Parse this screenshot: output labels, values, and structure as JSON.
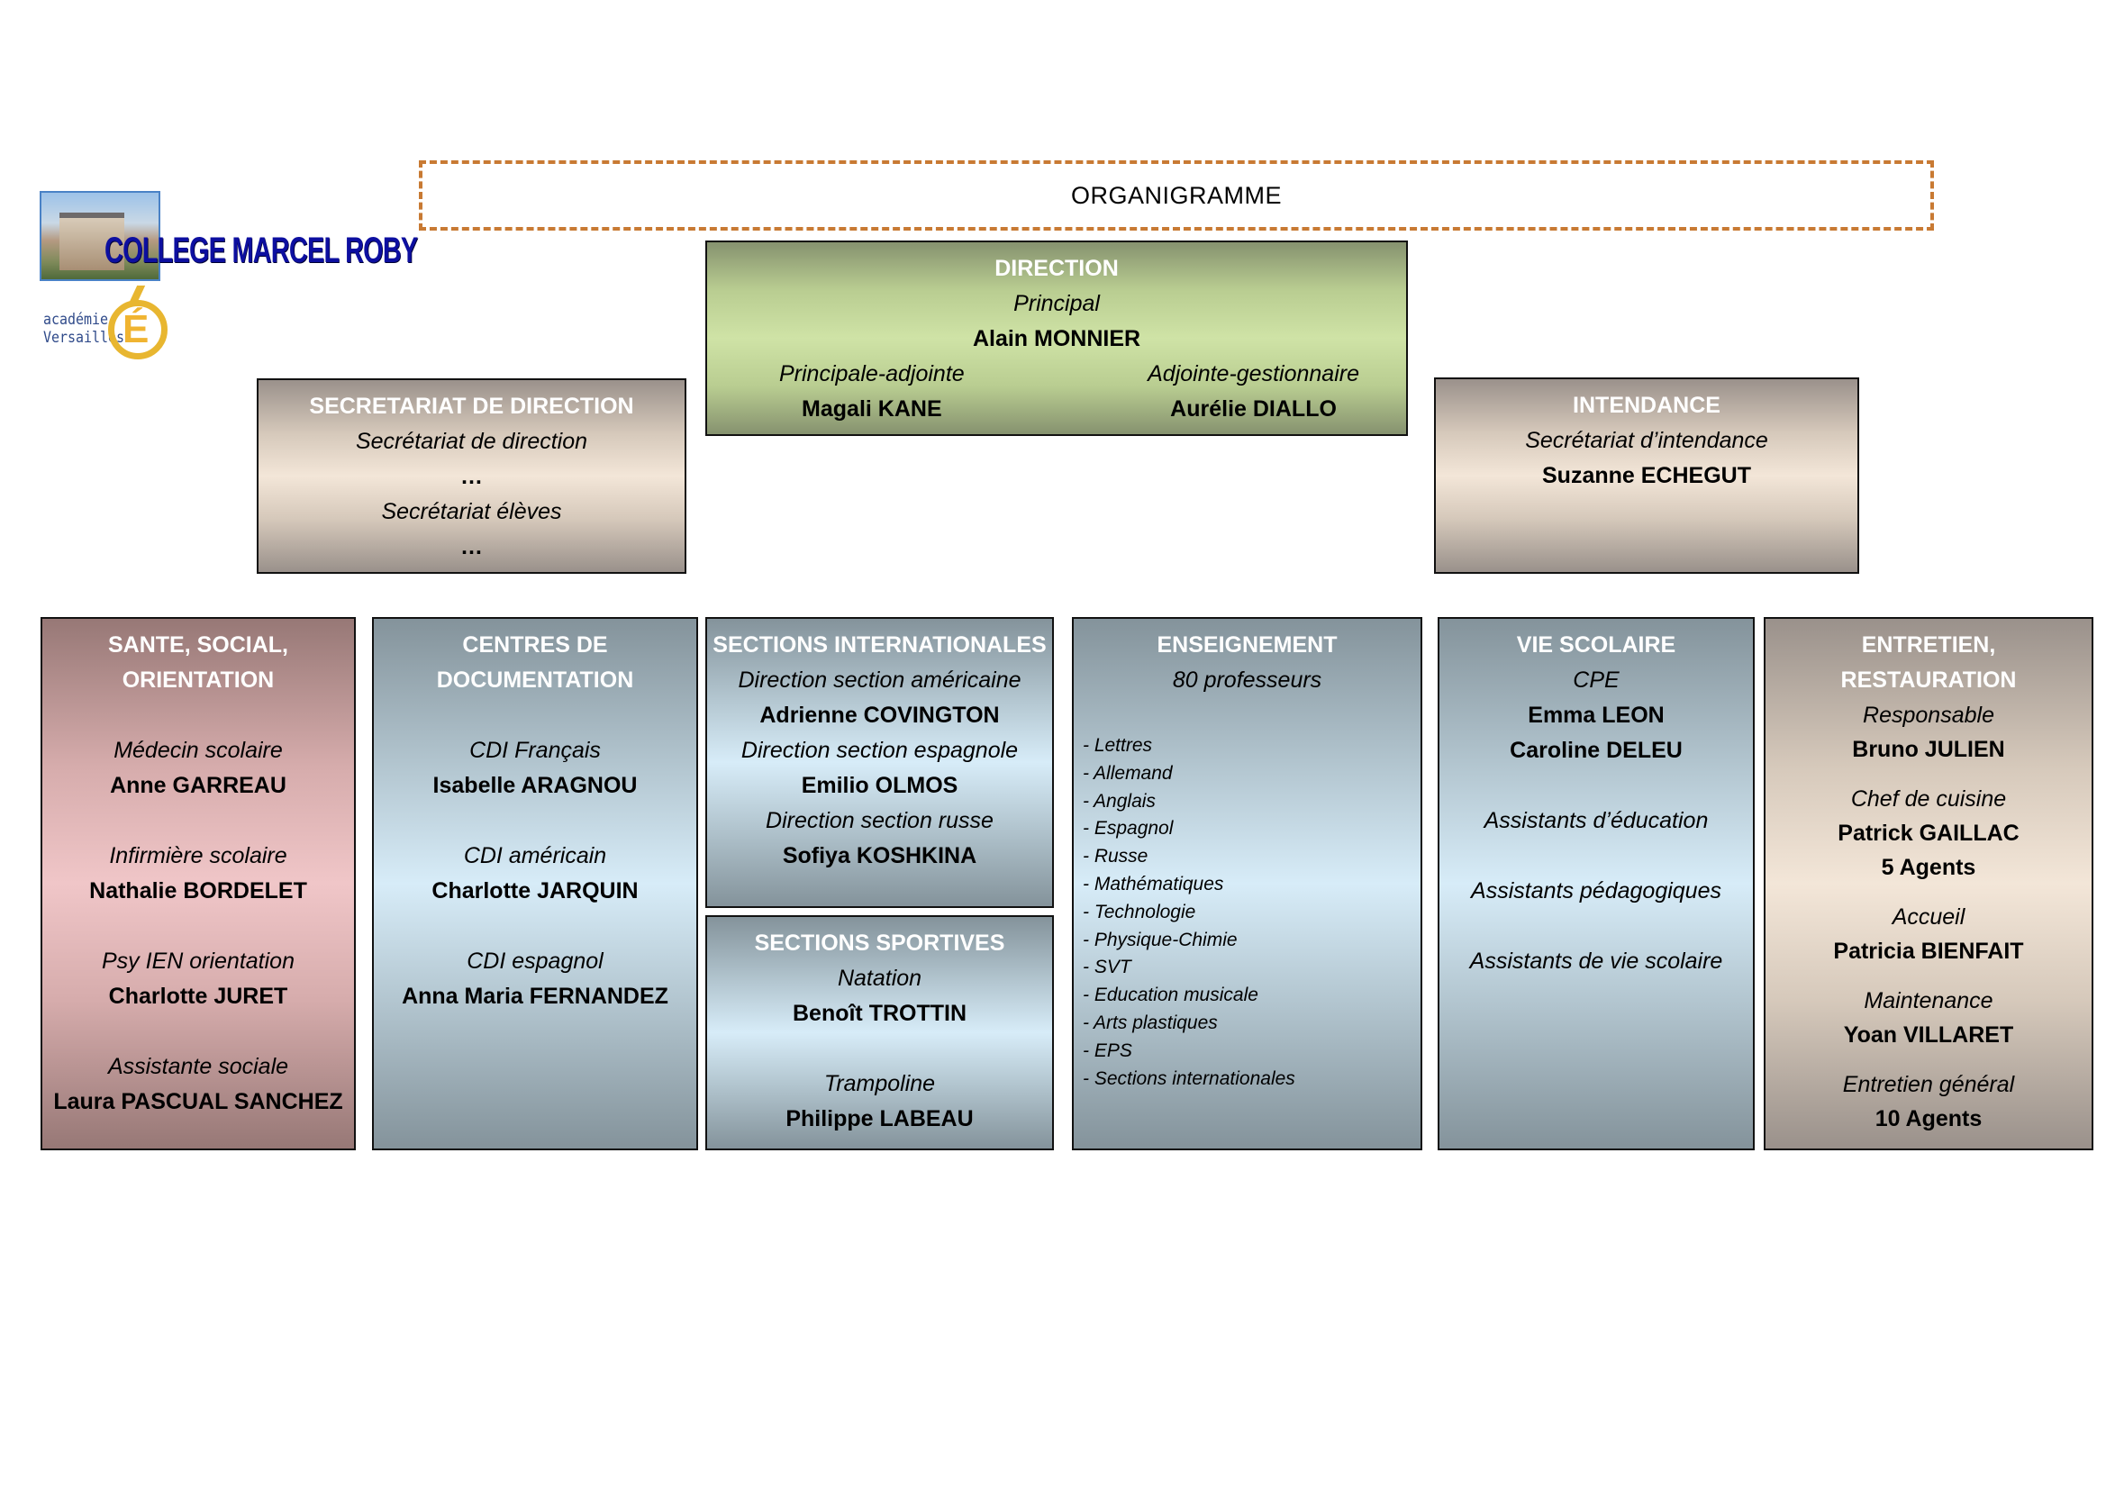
{
  "logo": {
    "school_name": "COLLEGE MARCEL ROBY",
    "academy_line1": "académie",
    "academy_line2": "Versailles",
    "academy_emblem": "É",
    "brand_colors": {
      "school_text": "#0d0fa0",
      "academy_gold": "#e8b630"
    }
  },
  "title": "ORGANIGRAMME",
  "title_border_color": "#c87a33",
  "direction": {
    "header": "DIRECTION",
    "principal_role": "Principal",
    "principal_name": "Alain MONNIER",
    "adjoint_role": "Principale-adjointe",
    "adjoint_name": "Magali KANE",
    "gestionnaire_role": "Adjointe-gestionnaire",
    "gestionnaire_name": "Aurélie DIALLO"
  },
  "secretariat": {
    "header": "SECRETARIAT DE DIRECTION",
    "role1": "Secrétariat de direction",
    "name1": "…",
    "role2": "Secrétariat élèves",
    "name2": "…"
  },
  "intendance": {
    "header": "INTENDANCE",
    "role": "Secrétariat d’intendance",
    "name": "Suzanne ECHEGUT"
  },
  "sante": {
    "header_line1": "SANTE, SOCIAL,",
    "header_line2": "ORIENTATION",
    "members": [
      {
        "role": "Médecin scolaire",
        "name": "Anne GARREAU"
      },
      {
        "role": "Infirmière scolaire",
        "name": "Nathalie BORDELET"
      },
      {
        "role": "Psy IEN orientation",
        "name": "Charlotte JURET"
      },
      {
        "role": "Assistante sociale",
        "name": "Laura PASCUAL SANCHEZ"
      }
    ]
  },
  "cdi": {
    "header_line1": "CENTRES DE",
    "header_line2": "DOCUMENTATION",
    "members": [
      {
        "role": "CDI Français",
        "name": "Isabelle ARAGNOU"
      },
      {
        "role": "CDI américain",
        "name": "Charlotte JARQUIN"
      },
      {
        "role": "CDI espagnol",
        "name": "Anna Maria FERNANDEZ"
      }
    ]
  },
  "sections_internationales": {
    "header": "SECTIONS INTERNATIONALES",
    "members": [
      {
        "role": "Direction section américaine",
        "name": "Adrienne COVINGTON"
      },
      {
        "role": "Direction section espagnole",
        "name": "Emilio OLMOS"
      },
      {
        "role": "Direction section russe",
        "name": "Sofiya KOSHKINA"
      }
    ]
  },
  "sections_sportives": {
    "header": "SECTIONS SPORTIVES",
    "members": [
      {
        "role": "Natation",
        "name": "Benoît TROTTIN"
      },
      {
        "role": "Trampoline",
        "name": "Philippe LABEAU"
      }
    ]
  },
  "enseignement": {
    "header": "ENSEIGNEMENT",
    "count": "80 professeurs",
    "subjects": [
      "- Lettres",
      "- Allemand",
      "- Anglais",
      "- Espagnol",
      "- Russe",
      "- Mathématiques",
      "- Technologie",
      "- Physique-Chimie",
      "- SVT",
      "- Education musicale",
      "- Arts plastiques",
      "- EPS",
      "- Sections internationales"
    ]
  },
  "vie_scolaire": {
    "header": "VIE SCOLAIRE",
    "cpe_role": "CPE",
    "cpe_names": [
      "Emma LEON",
      "Caroline DELEU"
    ],
    "assistants": [
      "Assistants d’éducation",
      "Assistants pédagogiques",
      "Assistants de vie scolaire"
    ]
  },
  "entretien": {
    "header_line1": "ENTRETIEN,",
    "header_line2": "RESTAURATION",
    "responsable_role": "Responsable",
    "responsable_name": "Bruno JULIEN",
    "chef_role": "Chef de cuisine",
    "chef_name": "Patrick GAILLAC",
    "chef_agents": "5 Agents",
    "accueil_role": "Accueil",
    "accueil_name": "Patricia BIENFAIT",
    "maintenance_role": "Maintenance",
    "maintenance_name": "Yoan VILLARET",
    "general_role": "Entretien général",
    "general_agents": "10 Agents"
  }
}
